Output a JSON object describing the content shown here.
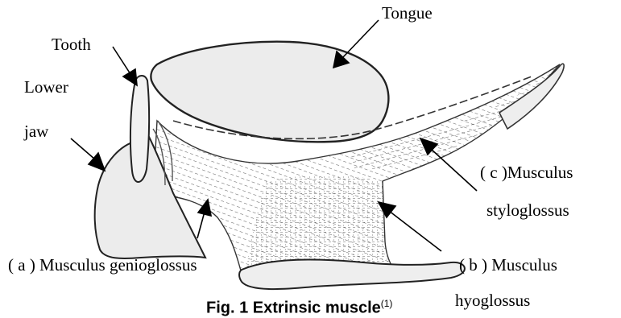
{
  "labels": {
    "tongue": "Tongue",
    "tooth": "Tooth",
    "lower_jaw_line1": "Lower",
    "lower_jaw_line2": "jaw",
    "styloglossus_line1": "( c )Musculus",
    "styloglossus_line2": "styloglossus",
    "genioglossus": "( a ) Musculus genioglossus",
    "hyoglossus_line1": "( b ) Musculus",
    "hyoglossus_line2": "hyoglossus"
  },
  "caption": {
    "text": "Fig. 1 Extrinsic muscle",
    "ref": "(1)"
  },
  "colors": {
    "fill": "#ebebeb",
    "stroke": "#222222",
    "hatch": "#555555"
  }
}
